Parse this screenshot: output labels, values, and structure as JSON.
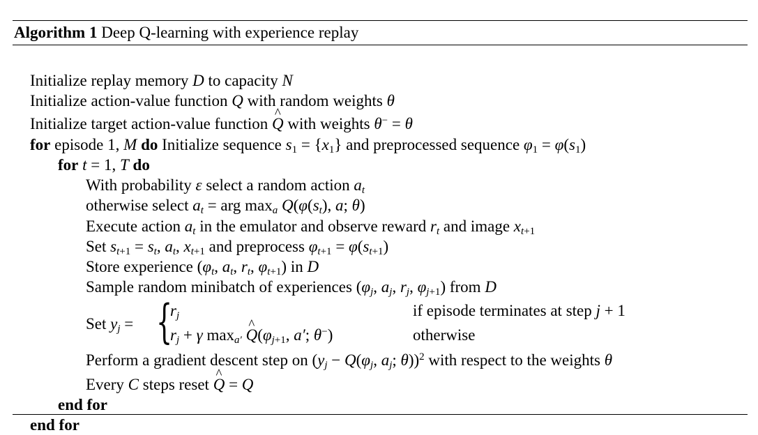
{
  "caption": {
    "label": "Algorithm 1",
    "title": "Deep Q-learning with experience replay"
  },
  "keywords": {
    "for": "for",
    "do": "do",
    "end_for": "end for"
  },
  "lines": {
    "init_memory_a": "Initialize replay memory",
    "init_memory_b": "to capacity",
    "init_q_a": "Initialize action-value function",
    "init_q_b": "with random weights",
    "init_target_a": "Initialize target action-value function",
    "init_target_b": "with weights",
    "episode_a": "episode 1,",
    "episode_b": "Initialize sequence",
    "episode_c": "and preprocessed sequence",
    "prob_a": "With probability",
    "prob_b": "select a random action",
    "otherwise_a": "otherwise select",
    "execute_a": "Execute action",
    "execute_b": "in the emulator and observe reward",
    "execute_c": "and image",
    "set_a": "Set",
    "set_b": "and preprocess",
    "store_a": "Store experience",
    "store_b": "in",
    "sample_a": "Sample random minibatch of experiences",
    "sample_b": "from",
    "sety_a": "Set",
    "case1_cond": "if episode terminates at step",
    "case2_cond": "otherwise",
    "grad_a": "Perform a gradient descent step on",
    "grad_b": "with respect to the weights",
    "every_a": "Every",
    "every_b": "steps reset"
  }
}
